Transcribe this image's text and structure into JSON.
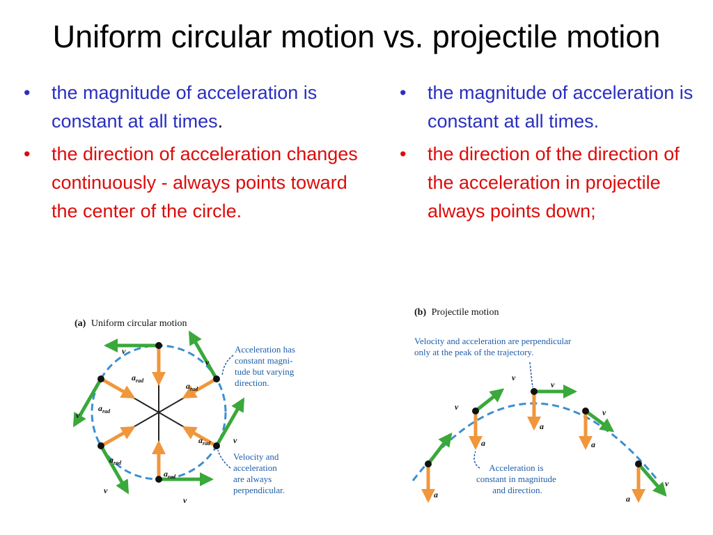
{
  "slide": {
    "title": "Uniform circular motion vs. projectile motion",
    "left_bullets": [
      {
        "text": "the magnitude of acceleration is constant at all times",
        "suffix": ".",
        "color": "#2a2fc0"
      },
      {
        "text": "the direction of acceleration changes continuously - always points toward the center of the circle.",
        "color": "#dd0b0b"
      }
    ],
    "right_bullets": [
      {
        "text": "the magnitude of acceleration is constant at all times.",
        "color": "#2a2fc0"
      },
      {
        "text": "the direction of the direction of the acceleration in projectile always points down;",
        "color": "#dd0b0b"
      }
    ],
    "bullet_glyph": "•"
  },
  "figure_a": {
    "label": "(a)",
    "caption": "Uniform circular motion",
    "note_top": [
      "Acceleration has",
      "constant magni-",
      "tude but varying",
      "direction."
    ],
    "note_bottom": [
      "Velocity and",
      "acceleration",
      "are always",
      "perpendicular."
    ],
    "velocity_label": "v",
    "accel_label": "a",
    "accel_subscript": "rad",
    "velocity_color": "#3aa83a",
    "accel_color": "#f0963c",
    "circle_color": "#3a8fd0"
  },
  "figure_b": {
    "label": "(b)",
    "caption": "Projectile motion",
    "note_top": [
      "Velocity and acceleration are perpendicular",
      "only at the peak of the trajectory."
    ],
    "note_bottom": [
      "Acceleration is",
      "constant in magnitude",
      "and direction."
    ],
    "velocity_label": "v",
    "accel_label": "a"
  }
}
